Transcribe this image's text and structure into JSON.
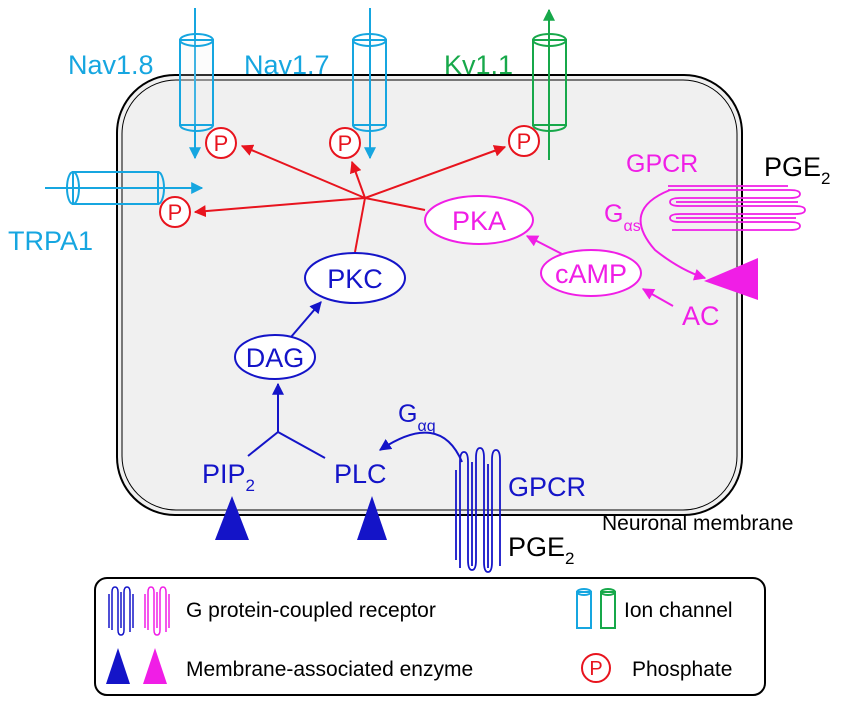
{
  "colors": {
    "blue": "#1414c8",
    "cyan": "#16a6e0",
    "green": "#17a84a",
    "magenta": "#f01ee6",
    "red": "#e8141e",
    "black": "#000000",
    "cell_fill": "#f0f0f0"
  },
  "channels": {
    "nav18": "Nav1.8",
    "nav17": "Nav1.7",
    "kv11": "Kv1.1",
    "trpa1": "TRPA1"
  },
  "phosphate": "P",
  "pka_pathway": {
    "gpcr": "GPCR",
    "pge2": "PGE",
    "pge2_sub": "2",
    "g_alpha": "G",
    "g_alpha_sub": "αs",
    "pka": "PKA",
    "camp": "cAMP",
    "ac": "AC"
  },
  "pkc_pathway": {
    "pkc": "PKC",
    "dag": "DAG",
    "pip": "PIP",
    "pip_sub": "2",
    "plc": "PLC",
    "g_alpha": "G",
    "g_alpha_sub": "αq",
    "gpcr": "GPCR",
    "pge2": "PGE",
    "pge2_sub": "2"
  },
  "membrane_label": "Neuronal membrane",
  "legend": {
    "gpcr": "G protein-coupled receptor",
    "enzyme": "Membrane-associated enzyme",
    "ion_channel": "Ion channel",
    "phosphate": "Phosphate"
  }
}
